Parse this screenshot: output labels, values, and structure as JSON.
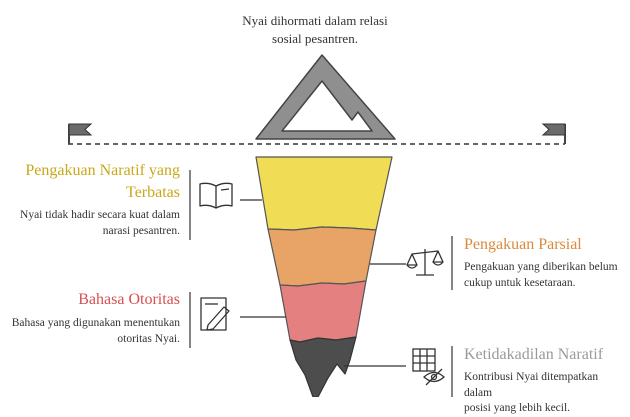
{
  "top_caption": [
    "Nyai dihormati dalam relasi",
    "sosial pesantren."
  ],
  "layers": [
    {
      "title": [
        "Pengakuan Naratif yang",
        "Terbatas"
      ],
      "desc": [
        "Nyai tidak hadir secara kuat dalam",
        "narasi pesantren."
      ],
      "icon": "open-book-icon",
      "color": "#f0dc55",
      "title_color": "#c9a81a"
    },
    {
      "title": [
        "Pengakuan Parsial"
      ],
      "desc": [
        "Pengakuan yang diberikan belum",
        "cukup untuk kesetaraan."
      ],
      "icon": "balance-scale-icon",
      "color": "#e8a366",
      "title_color": "#d98a3a"
    },
    {
      "title": [
        "Bahasa Otoritas"
      ],
      "desc": [
        "Bahasa yang digunakan menentukan",
        "otoritas Nyai."
      ],
      "icon": "document-edit-icon",
      "color": "#e48080",
      "title_color": "#d55050"
    },
    {
      "title": [
        "Ketidakadilan Naratif"
      ],
      "desc": [
        "Kontribusi Nyai ditempatkan dalam",
        "posisi yang lebih kecil."
      ],
      "icon": "table-hidden-icon",
      "color": "#4d4d4d",
      "title_color": "#9a9a9a"
    }
  ]
}
